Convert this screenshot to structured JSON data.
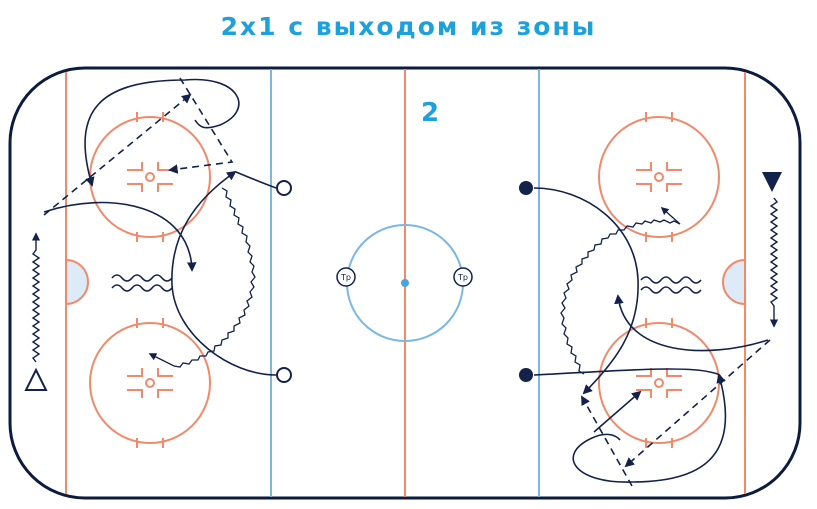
{
  "title": "2х1 с выходом из зоны",
  "drill_number": "2",
  "coach_left": "Тр",
  "coach_right": "Тр",
  "colors": {
    "title": "#1da1dc",
    "board": "#0d1b3e",
    "red_line": "#f08a6a",
    "blue_line": "#7ab8e4",
    "center_spot": "#4aa3df",
    "crease_fill": "#dcebf7",
    "path": "#13224a"
  }
}
